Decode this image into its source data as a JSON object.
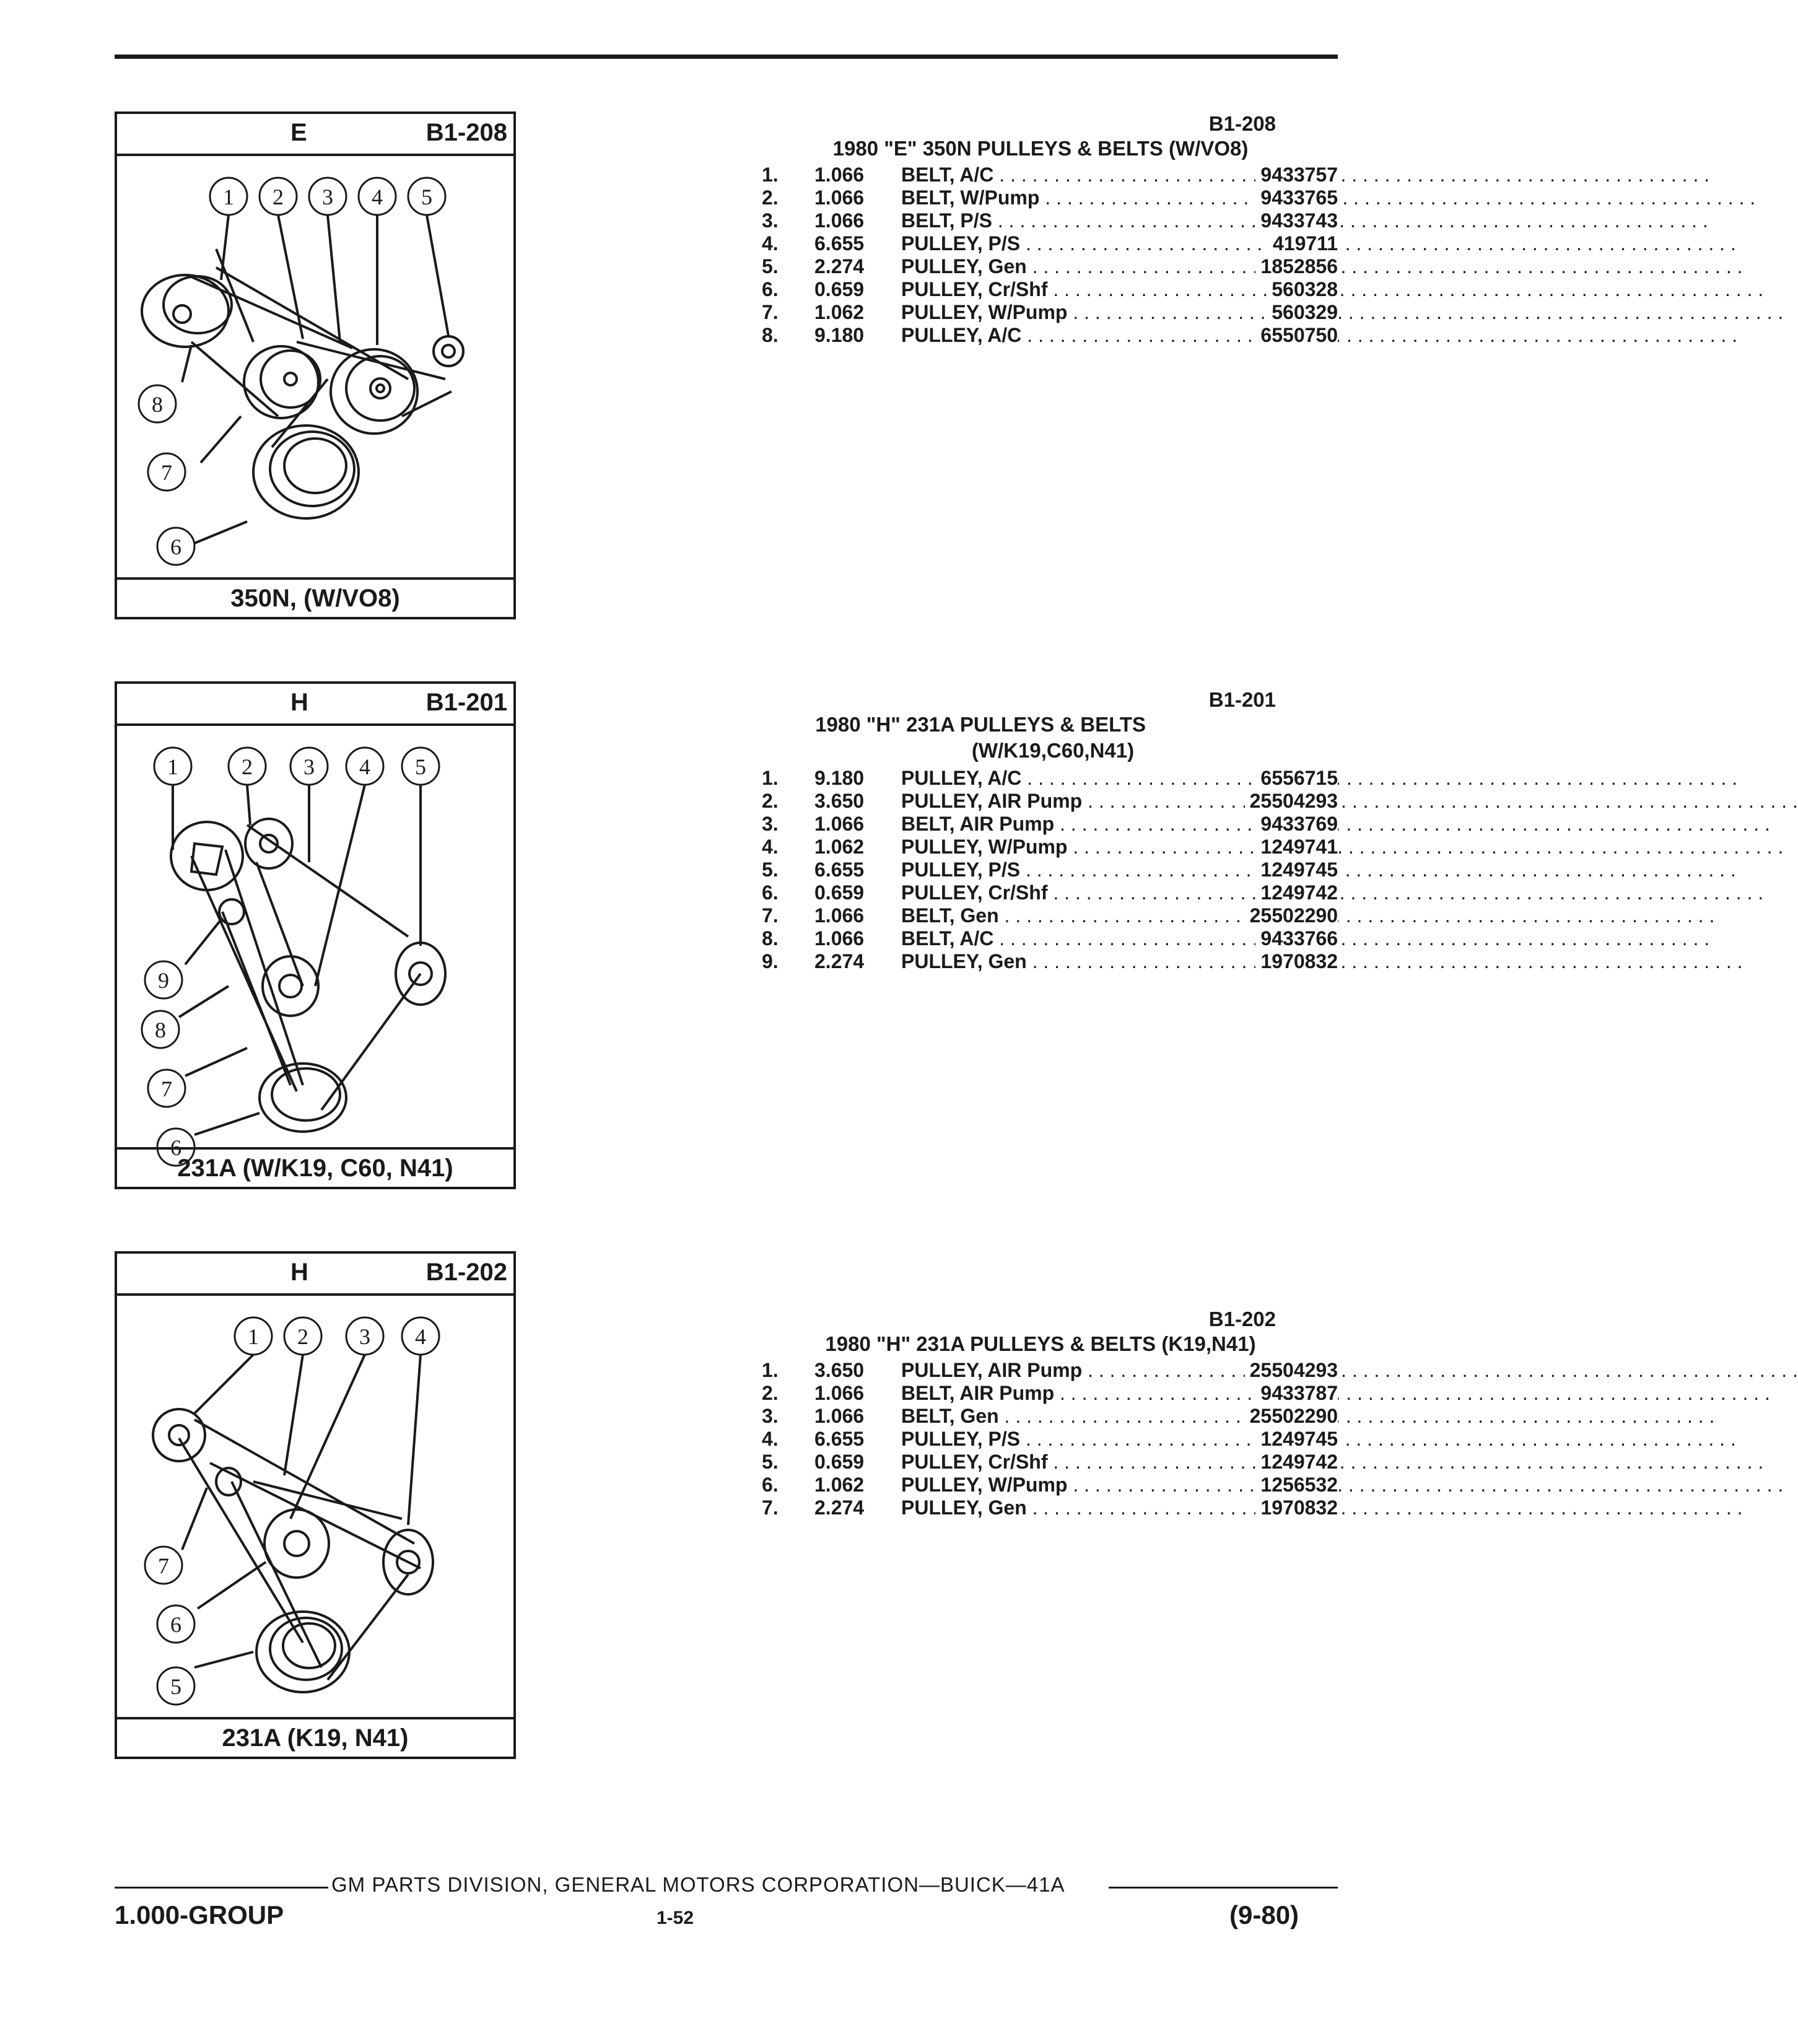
{
  "figures": [
    {
      "letter": "E",
      "code": "B1-208",
      "caption": "350N, (W/VO8)",
      "callouts": [
        "1",
        "2",
        "3",
        "4",
        "5",
        "6",
        "7",
        "8"
      ]
    },
    {
      "letter": "H",
      "code": "B1-201",
      "caption": "231A (W/K19, C60, N41)",
      "callouts": [
        "1",
        "2",
        "3",
        "4",
        "5",
        "6",
        "7",
        "8",
        "9"
      ]
    },
    {
      "letter": "H",
      "code": "B1-202",
      "caption": "231A (K19, N41)",
      "callouts": [
        "1",
        "2",
        "3",
        "4",
        "5",
        "6",
        "7"
      ]
    }
  ],
  "sections": [
    {
      "code": "B1-208",
      "title": "1980 \"E\" 350N PULLEYS & BELTS (W/VO8)",
      "rows": [
        {
          "num": "1.",
          "qty": "1.066",
          "desc": "BELT, A/C",
          "part": "9433757"
        },
        {
          "num": "2.",
          "qty": "1.066",
          "desc": "BELT, W/Pump",
          "part": "9433765"
        },
        {
          "num": "3.",
          "qty": "1.066",
          "desc": "BELT, P/S",
          "part": "9433743"
        },
        {
          "num": "4.",
          "qty": "6.655",
          "desc": "PULLEY, P/S",
          "part": "419711"
        },
        {
          "num": "5.",
          "qty": "2.274",
          "desc": "PULLEY, Gen",
          "part": "1852856"
        },
        {
          "num": "6.",
          "qty": "0.659",
          "desc": "PULLEY, Cr/Shf",
          "part": "560328"
        },
        {
          "num": "7.",
          "qty": "1.062",
          "desc": "PULLEY, W/Pump",
          "part": "560329"
        },
        {
          "num": "8.",
          "qty": "9.180",
          "desc": "PULLEY, A/C",
          "part": "6550750"
        }
      ]
    },
    {
      "code": "B1-201",
      "title": "1980 \"H\" 231A PULLEYS & BELTS",
      "subtitle": "(W/K19,C60,N41)",
      "rows": [
        {
          "num": "1.",
          "qty": "9.180",
          "desc": "PULLEY, A/C",
          "part": "6556715"
        },
        {
          "num": "2.",
          "qty": "3.650",
          "desc": "PULLEY, AIR Pump",
          "part": "25504293"
        },
        {
          "num": "3.",
          "qty": "1.066",
          "desc": "BELT, AIR Pump",
          "part": "9433769"
        },
        {
          "num": "4.",
          "qty": "1.062",
          "desc": "PULLEY, W/Pump",
          "part": "1249741"
        },
        {
          "num": "5.",
          "qty": "6.655",
          "desc": "PULLEY, P/S",
          "part": "1249745"
        },
        {
          "num": "6.",
          "qty": "0.659",
          "desc": "PULLEY, Cr/Shf",
          "part": "1249742"
        },
        {
          "num": "7.",
          "qty": "1.066",
          "desc": "BELT, Gen",
          "part": "25502290"
        },
        {
          "num": "8.",
          "qty": "1.066",
          "desc": "BELT, A/C",
          "part": "9433766"
        },
        {
          "num": "9.",
          "qty": "2.274",
          "desc": "PULLEY, Gen",
          "part": "1970832"
        }
      ]
    },
    {
      "code": "B1-202",
      "title": "1980 \"H\" 231A PULLEYS & BELTS (K19,N41)",
      "rows": [
        {
          "num": "1.",
          "qty": "3.650",
          "desc": "PULLEY, AIR Pump",
          "part": "25504293"
        },
        {
          "num": "2.",
          "qty": "1.066",
          "desc": "BELT, AIR Pump",
          "part": "9433787"
        },
        {
          "num": "3.",
          "qty": "1.066",
          "desc": "BELT, Gen",
          "part": "25502290"
        },
        {
          "num": "4.",
          "qty": "6.655",
          "desc": "PULLEY, P/S",
          "part": "1249745"
        },
        {
          "num": "5.",
          "qty": "0.659",
          "desc": "PULLEY, Cr/Shf",
          "part": "1249742"
        },
        {
          "num": "6.",
          "qty": "1.062",
          "desc": "PULLEY, W/Pump",
          "part": "1256532"
        },
        {
          "num": "7.",
          "qty": "2.274",
          "desc": "PULLEY, Gen",
          "part": "1970832"
        }
      ]
    }
  ],
  "footer": {
    "center": "GM PARTS DIVISION, GENERAL MOTORS CORPORATION—BUICK—41A",
    "left": "1.000-GROUP",
    "page": "1-52",
    "right": "(9-80)"
  }
}
